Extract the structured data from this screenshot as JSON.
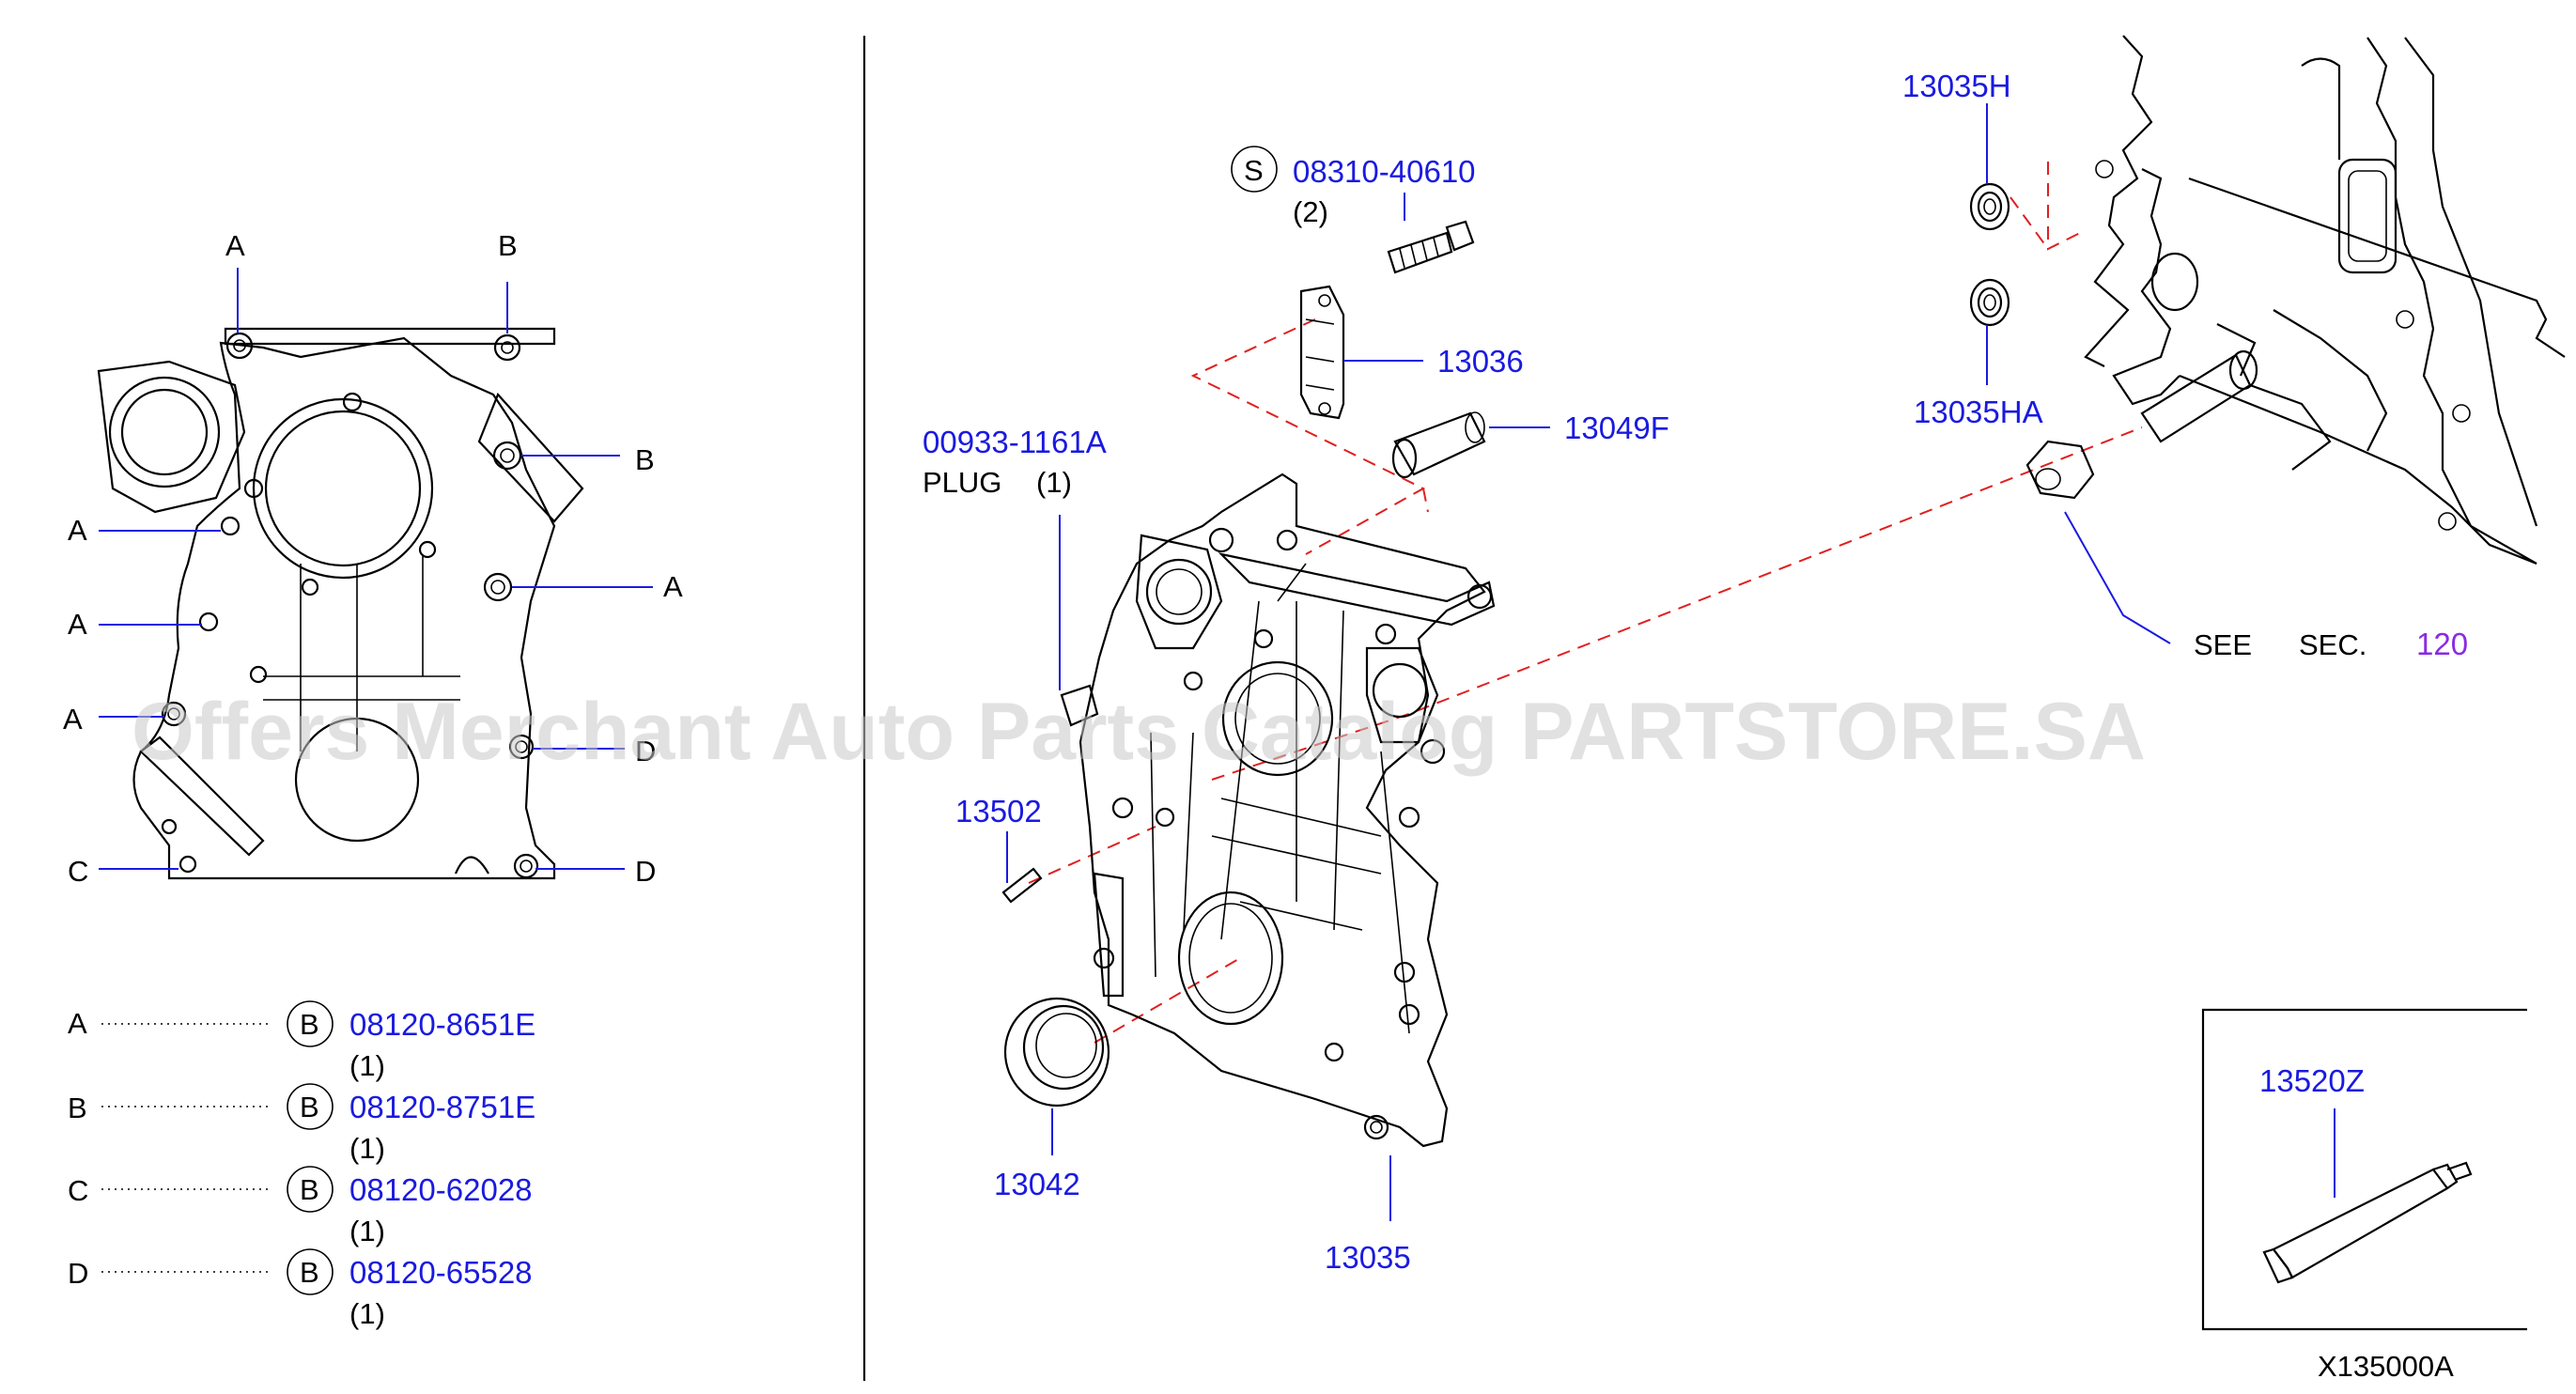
{
  "detail_view": {
    "callouts": {
      "a": "A",
      "b": "B",
      "c": "C",
      "d": "D"
    }
  },
  "bolt_legend": [
    {
      "letter": "A",
      "symbol": "B",
      "part": "08120-8651E",
      "qty": "(1)"
    },
    {
      "letter": "B",
      "symbol": "B",
      "part": "08120-8751E",
      "qty": "(1)"
    },
    {
      "letter": "C",
      "symbol": "B",
      "part": "08120-62028",
      "qty": "(1)"
    },
    {
      "letter": "D",
      "symbol": "B",
      "part": "08120-65528",
      "qty": "(1)"
    }
  ],
  "parts": {
    "screw_symbol": "S",
    "screw": "08310-40610",
    "screw_qty": "(2)",
    "bracket": "13036",
    "dowel_sleeve": "13049F",
    "plug_part": "00933-1161A",
    "plug_label": "PLUG",
    "plug_qty": "(1)",
    "pin": "13502",
    "oil_seal": "13042",
    "front_cover": "13035",
    "grommet_upper": "13035H",
    "grommet_lower": "13035HA",
    "see_label": "SEE",
    "sec_label": "SEC.",
    "sec_number": "120",
    "sealant": "13520Z"
  },
  "figure_code": "X135000A",
  "watermark": "Offers Merchant Auto Parts Catalog PARTSTORE.SA",
  "colors": {
    "part_number": "#1a1ae0",
    "section_ref": "#8a2be2",
    "exploded_line": "#e02020"
  }
}
